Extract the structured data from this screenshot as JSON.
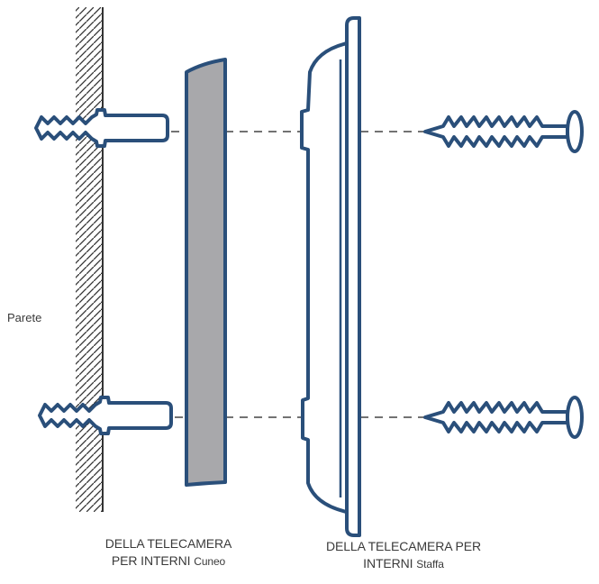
{
  "labels": {
    "wall": "Parete"
  },
  "captions": {
    "wedge": {
      "line1": "DELLA TELECAMERA",
      "line2_caps": "PER INTERNI",
      "line2_word": "Cuneo"
    },
    "bracket": {
      "line1": "DELLA TELECAMERA PER",
      "line2_caps": "INTERNI",
      "line2_word": "Staffa"
    }
  },
  "colors": {
    "outline": "#2a4f7a",
    "wedge_fill": "#a8a8ab",
    "text": "#3a3a3a"
  }
}
